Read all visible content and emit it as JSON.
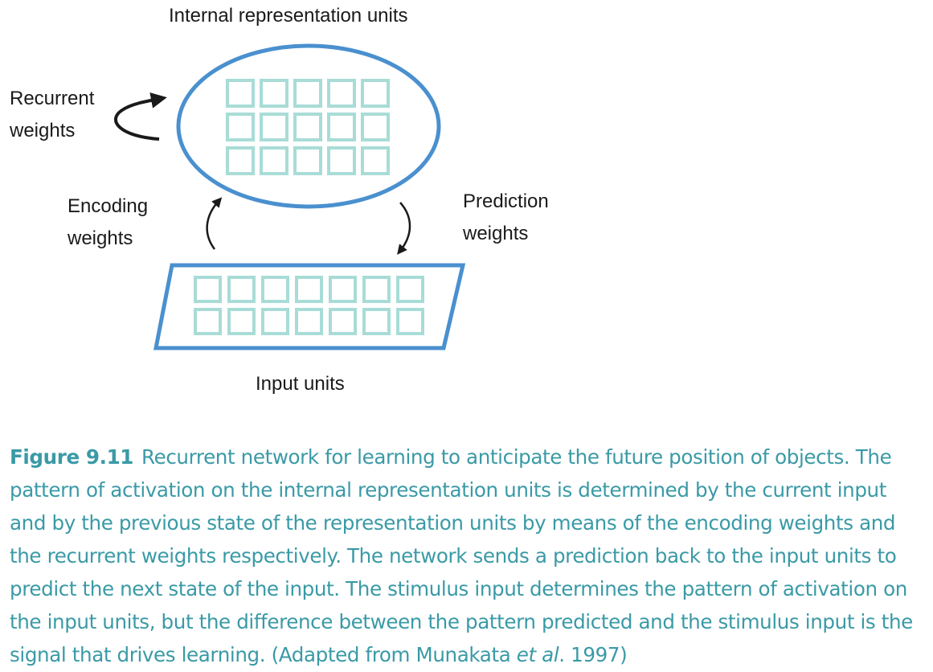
{
  "labels": {
    "internal": "Internal representation units",
    "recurrent_line1": "Recurrent",
    "recurrent_line2": "weights",
    "encoding_line1": "Encoding",
    "encoding_line2": "weights",
    "prediction_line1": "Prediction",
    "prediction_line2": "weights",
    "input": "Input units"
  },
  "grids": {
    "internal": {
      "rows": 3,
      "cols": 5
    },
    "input": {
      "rows": 2,
      "cols": 7
    }
  },
  "colors": {
    "outline": "#4a90cf",
    "unit": "#a8dcd6",
    "arrow": "#1a1a1a",
    "caption": "#3a9aa6"
  },
  "caption": {
    "figure_label": "Figure 9.11",
    "text_before_italic": "Recurrent network for learning to anticipate the future position of objects. The pattern of activation on the internal representation units is determined by the current input and by the previous state of the representation units by means of the encoding weights and the recurrent weights respectively. The network sends a prediction back to the input units to predict the next state of the input. The stimulus input determines the pattern of activation on the input units, but the difference between the pattern predicted and the stimulus input is the signal that drives learning. (Adapted from Munakata ",
    "italic": "et al",
    "text_after_italic": ". 1997)"
  }
}
